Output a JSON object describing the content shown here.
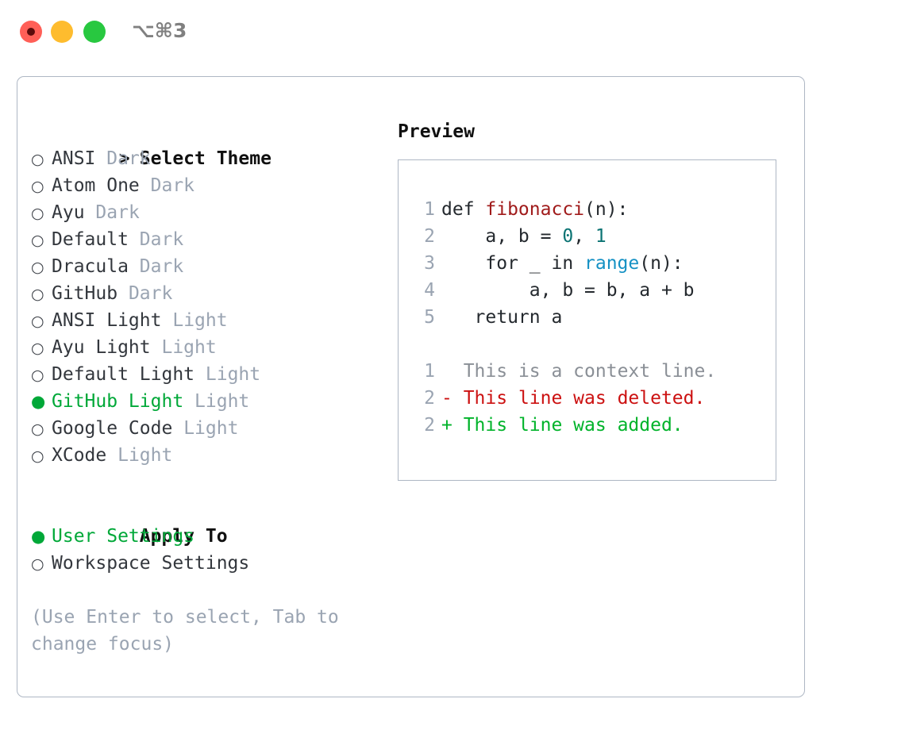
{
  "titlebar": {
    "shortcut": "⌥⌘3",
    "buttons": {
      "close": "close-button",
      "minimize": "minimize-button",
      "maximize": "maximize-button"
    },
    "colors": {
      "close": "#ff5f57",
      "minimize": "#febc2e",
      "maximize": "#28c840"
    }
  },
  "theme_panel": {
    "caret": ">",
    "heading": "Select Theme",
    "marker_unselected": "○",
    "marker_selected": "●",
    "items": [
      {
        "name": "ANSI",
        "tag": "Dark",
        "selected": false
      },
      {
        "name": "Atom One",
        "tag": "Dark",
        "selected": false
      },
      {
        "name": "Ayu",
        "tag": "Dark",
        "selected": false
      },
      {
        "name": "Default",
        "tag": "Dark",
        "selected": false
      },
      {
        "name": "Dracula",
        "tag": "Dark",
        "selected": false
      },
      {
        "name": "GitHub",
        "tag": "Dark",
        "selected": false
      },
      {
        "name": "ANSI Light",
        "tag": "Light",
        "selected": false
      },
      {
        "name": "Ayu Light",
        "tag": "Light",
        "selected": false
      },
      {
        "name": "Default Light",
        "tag": "Light",
        "selected": false
      },
      {
        "name": "GitHub Light",
        "tag": "Light",
        "selected": true
      },
      {
        "name": "Google Code",
        "tag": "Light",
        "selected": false
      },
      {
        "name": "XCode",
        "tag": "Light",
        "selected": false
      }
    ]
  },
  "apply_to": {
    "heading": "Apply To",
    "options": [
      {
        "name": "User Settings",
        "selected": true
      },
      {
        "name": "Workspace Settings",
        "selected": false
      }
    ]
  },
  "hint": "(Use Enter to select, Tab to change focus)",
  "preview": {
    "title": "Preview",
    "code_lines": [
      {
        "no": "1",
        "tokens": [
          {
            "t": "def ",
            "c": "plain"
          },
          {
            "t": "fibonacci",
            "c": "fn"
          },
          {
            "t": "(n):",
            "c": "plain"
          }
        ]
      },
      {
        "no": "2",
        "tokens": [
          {
            "t": "    a, b = ",
            "c": "plain"
          },
          {
            "t": "0",
            "c": "num"
          },
          {
            "t": ", ",
            "c": "plain"
          },
          {
            "t": "1",
            "c": "num"
          }
        ]
      },
      {
        "no": "3",
        "tokens": [
          {
            "t": "    for _ in ",
            "c": "plain"
          },
          {
            "t": "range",
            "c": "builtin"
          },
          {
            "t": "(n):",
            "c": "plain"
          }
        ]
      },
      {
        "no": "4",
        "tokens": [
          {
            "t": "        a, b = b, a + b",
            "c": "plain"
          }
        ]
      },
      {
        "no": "5",
        "tokens": [
          {
            "t": "   return a",
            "c": "plain"
          }
        ]
      }
    ],
    "diff_lines": [
      {
        "no": "1",
        "sign": " ",
        "text": " This is a context line.",
        "kind": "ctx"
      },
      {
        "no": "2",
        "sign": "-",
        "text": " This line was deleted.",
        "kind": "del"
      },
      {
        "no": "2",
        "sign": "+",
        "text": " This line was added.",
        "kind": "add"
      }
    ]
  },
  "colors": {
    "accent_green": "#00a838",
    "muted": "#9aa4b2",
    "border": "#aeb7c4",
    "diff_add": "#00b32a",
    "diff_del": "#cc1111",
    "fn_red": "#a01b1b",
    "num_teal": "#0b7373",
    "builtin_blue": "#1591c4"
  }
}
